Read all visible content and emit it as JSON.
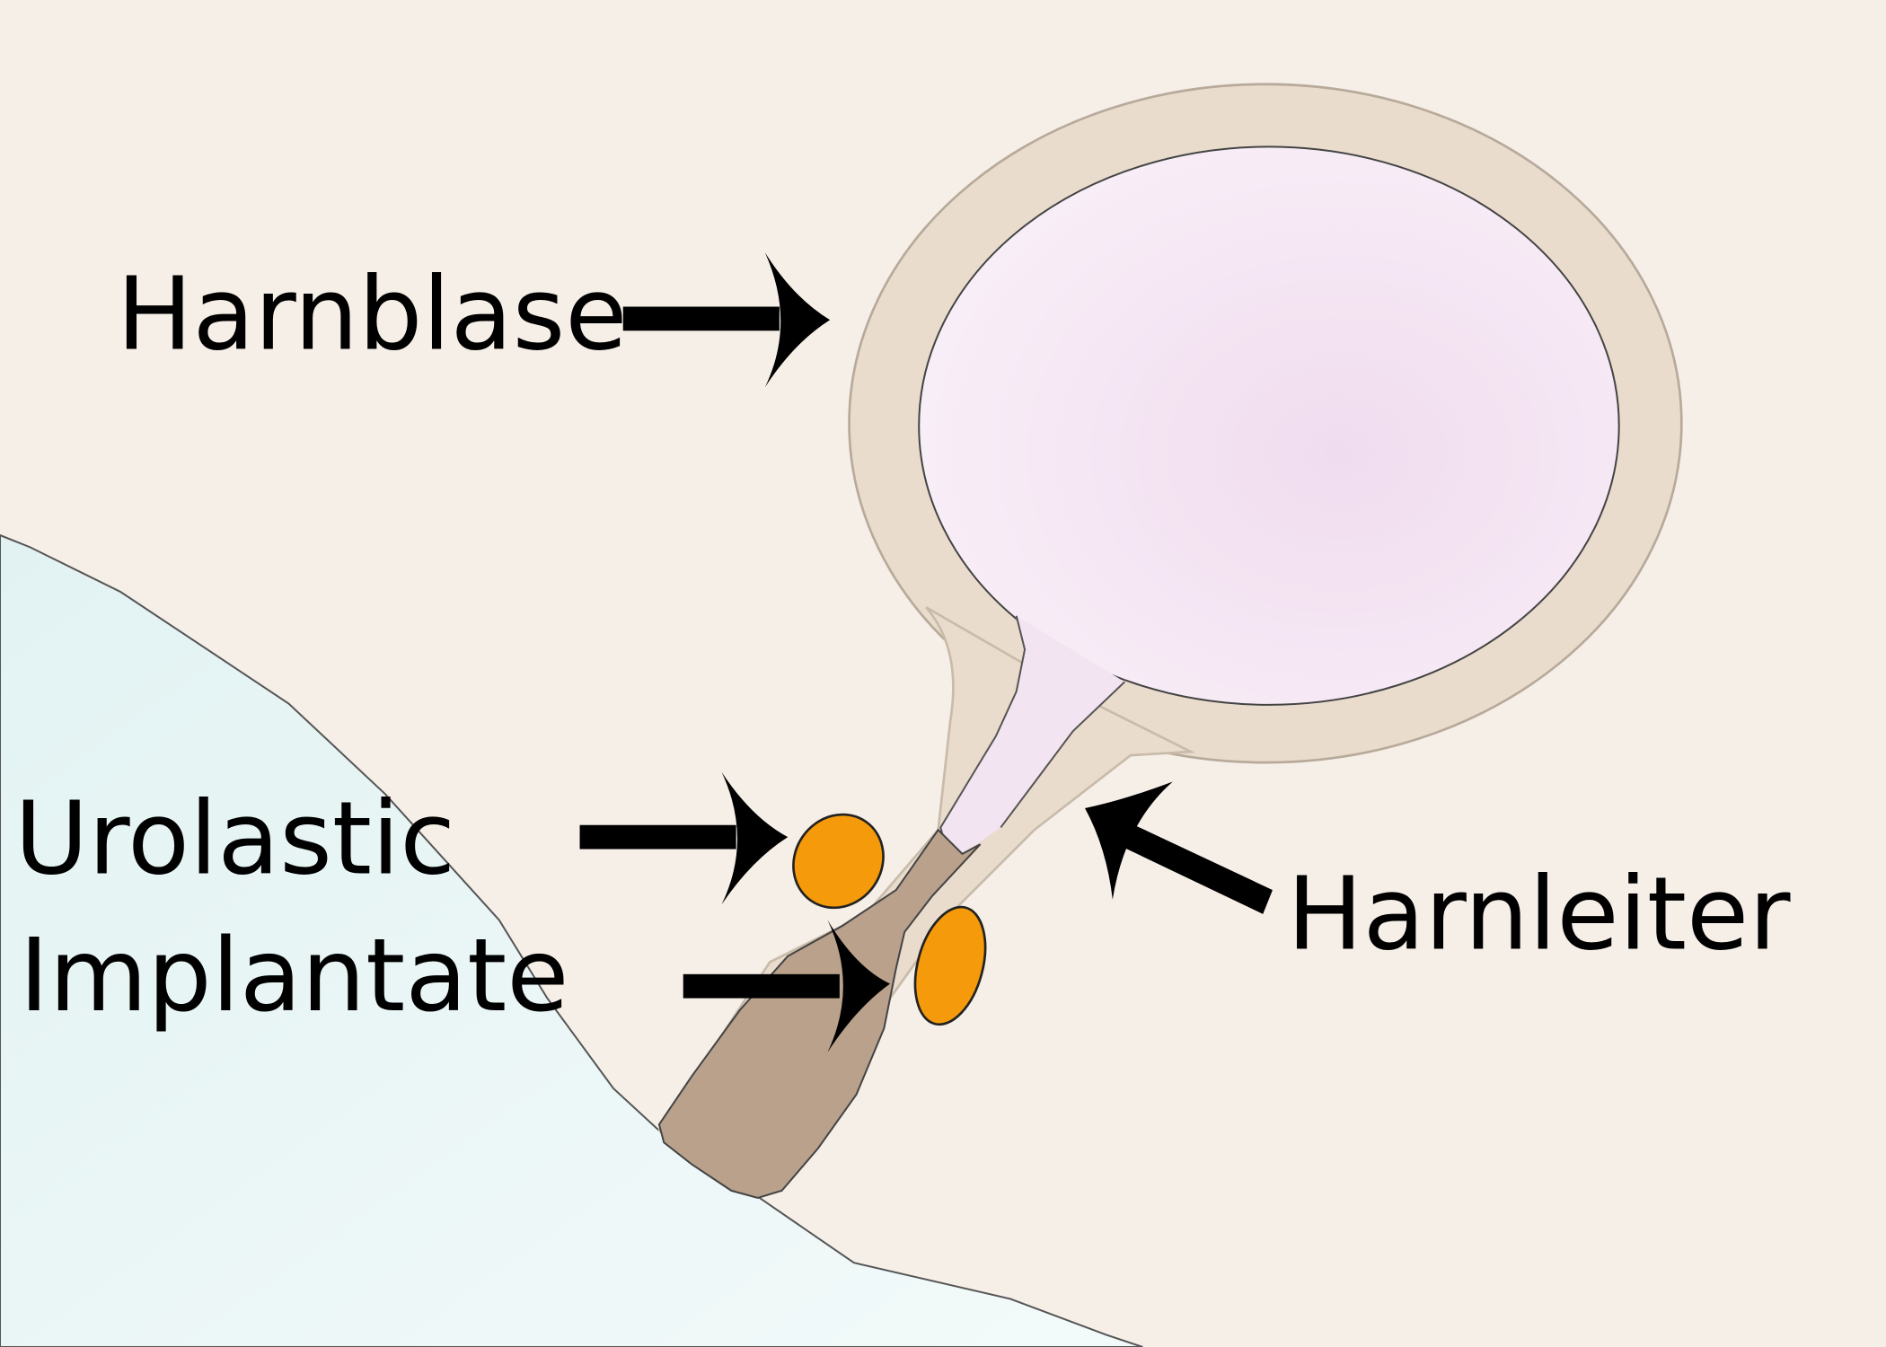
{
  "labels": {
    "bladder": "Harnblase",
    "implants_line1": "Urolastic",
    "implants_line2": "Implantate",
    "urethra": "Harnleiter"
  },
  "colors": {
    "background": "#f6efe8",
    "tissue": "#e9dccd",
    "bladder_lumen": "#f3e4f2",
    "urethra_brown": "#b9a18c",
    "implant_orange": "#f59a0a",
    "pelvic_floor": "#e6f4f4",
    "arrow": "#000000"
  }
}
